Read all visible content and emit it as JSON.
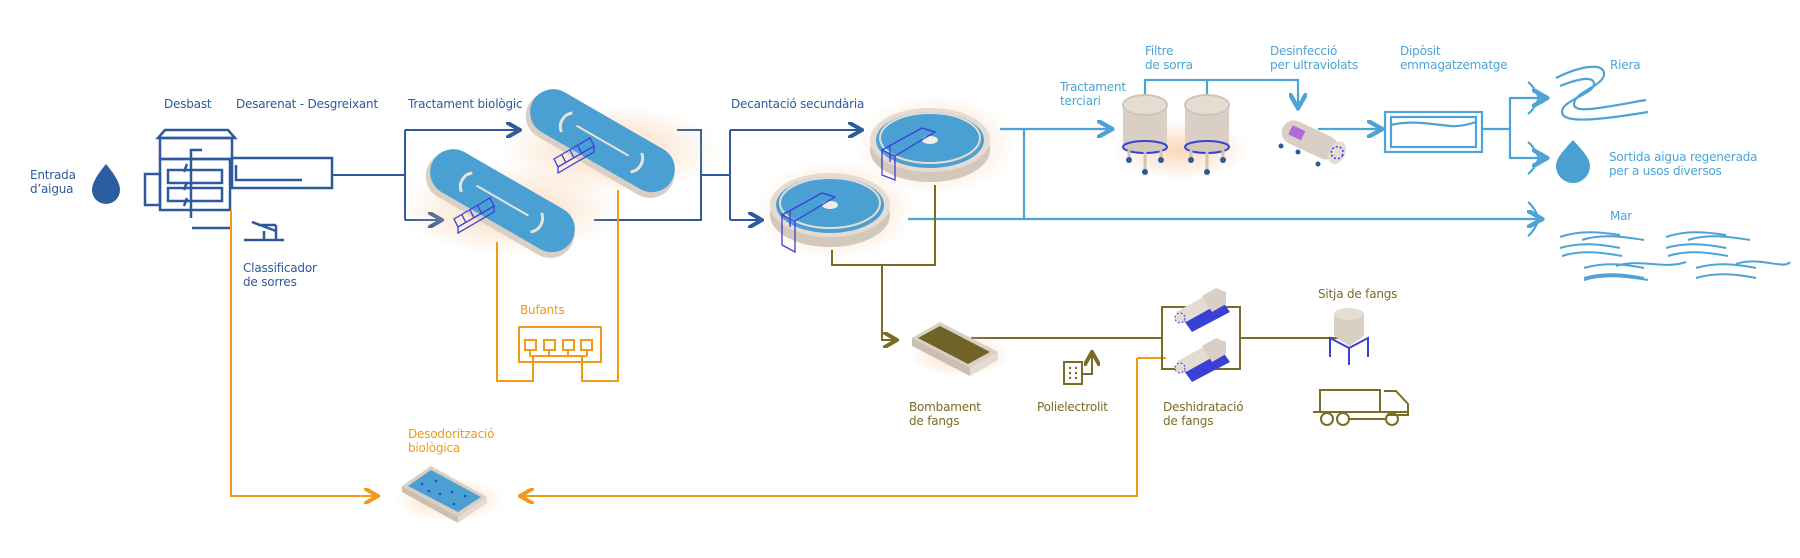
{
  "colors": {
    "primary_flow": "#2e5a9c",
    "treated_flow": "#4da3d6",
    "air_flow": "#f19a17",
    "sludge_flow": "#7a6c25",
    "water": "#4aa0d2",
    "equipment": "#dcd2c6",
    "accent_blue": "#3340d8",
    "sludge": "#6f6327"
  },
  "labels": {
    "entrada": "Entrada\nd’aigua",
    "desbast": "Desbast",
    "desarenat": "Desarenat - Desgreixant",
    "classificador": "Classificador\nde sorres",
    "tractament_biologic": "Tractament biològic",
    "bufants": "Bufants",
    "decantacio": "Decantació secundària",
    "tractament_terciari": "Tractament\nterciari",
    "filtre": "Filtre\nde sorra",
    "desinfeccio": "Desinfecció\nper ultraviolats",
    "diposit": "Dipòsit\nemmagatzematge",
    "riera": "Riera",
    "sortida": "Sortida aigua regenerada\nper a usos diversos",
    "mar": "Mar",
    "bombament": "Bombament\nde fangs",
    "polielectrolit": "Polielectrolit",
    "deshidratacio": "Deshidratació\nde fangs",
    "sitja": "Sitja de fangs",
    "desodoritzacio": "Desodorització\nbiològica"
  },
  "icons": {
    "inlet": "water-drop-icon",
    "outlet": "water-drop-icon",
    "river": "river-icon",
    "sea": "waves-icon",
    "truck": "truck-icon"
  }
}
